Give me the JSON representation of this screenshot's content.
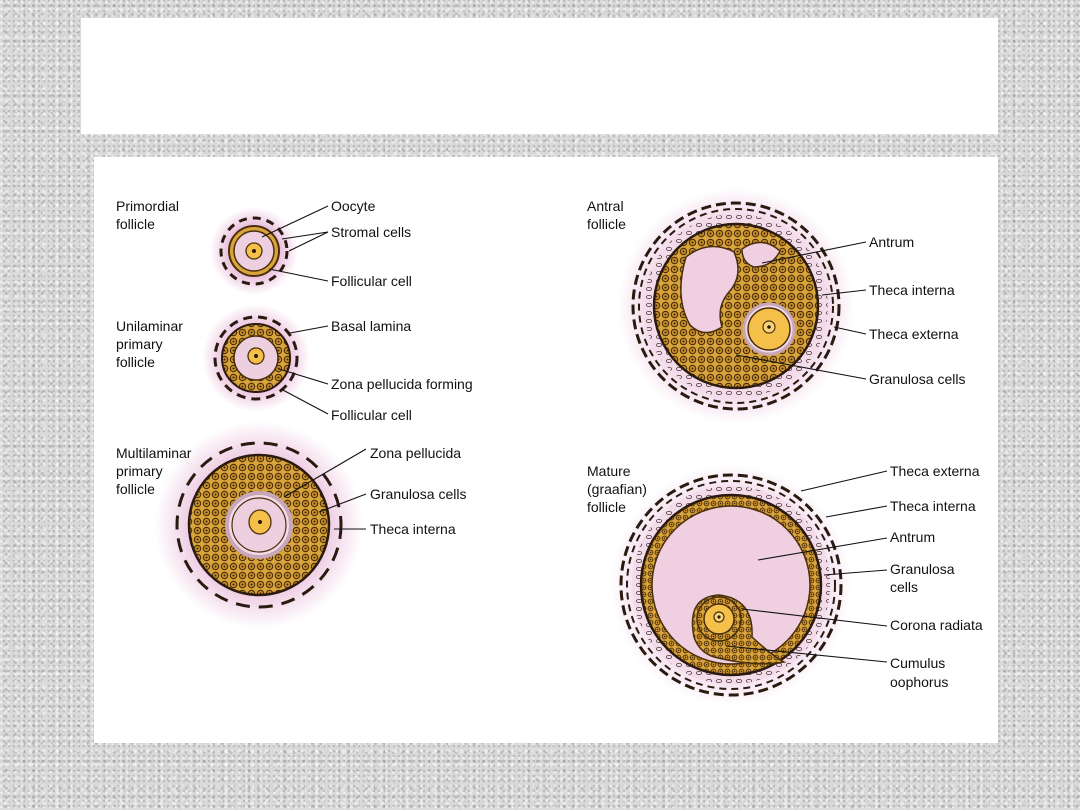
{
  "slide": {
    "title": ""
  },
  "figure": {
    "colors": {
      "granulosa": "#d9a43a",
      "granulosa_dark": "#5a3a10",
      "antrum": "#f0cfe0",
      "glow": "#e6b3d4",
      "oocyte": "#f5c04a",
      "stroma": "#2a1a10"
    },
    "stages": {
      "primordial": {
        "name": [
          "Primordial",
          "follicle"
        ],
        "labels": [
          "Oocyte",
          "Stromal cells",
          "Follicular cell"
        ]
      },
      "unilaminar": {
        "name": [
          "Unilaminar",
          "primary",
          "follicle"
        ],
        "labels": [
          "Basal lamina",
          "Zona pellucida forming",
          "Follicular cell"
        ]
      },
      "multilaminar": {
        "name": [
          "Multilaminar",
          "primary",
          "follicle"
        ],
        "labels": [
          "Zona pellucida",
          "Granulosa cells",
          "Theca interna"
        ]
      },
      "antral": {
        "name": [
          "Antral",
          "follicle"
        ],
        "labels": [
          "Antrum",
          "Theca interna",
          "Theca externa",
          "Granulosa cells"
        ]
      },
      "mature": {
        "name": [
          "Mature",
          "(graafian)",
          "follicle"
        ],
        "labels": [
          "Theca externa",
          "Theca interna",
          "Antrum",
          "Granulosa",
          "cells",
          "Corona radiata",
          "Cumulus",
          "oophorus"
        ]
      }
    }
  }
}
